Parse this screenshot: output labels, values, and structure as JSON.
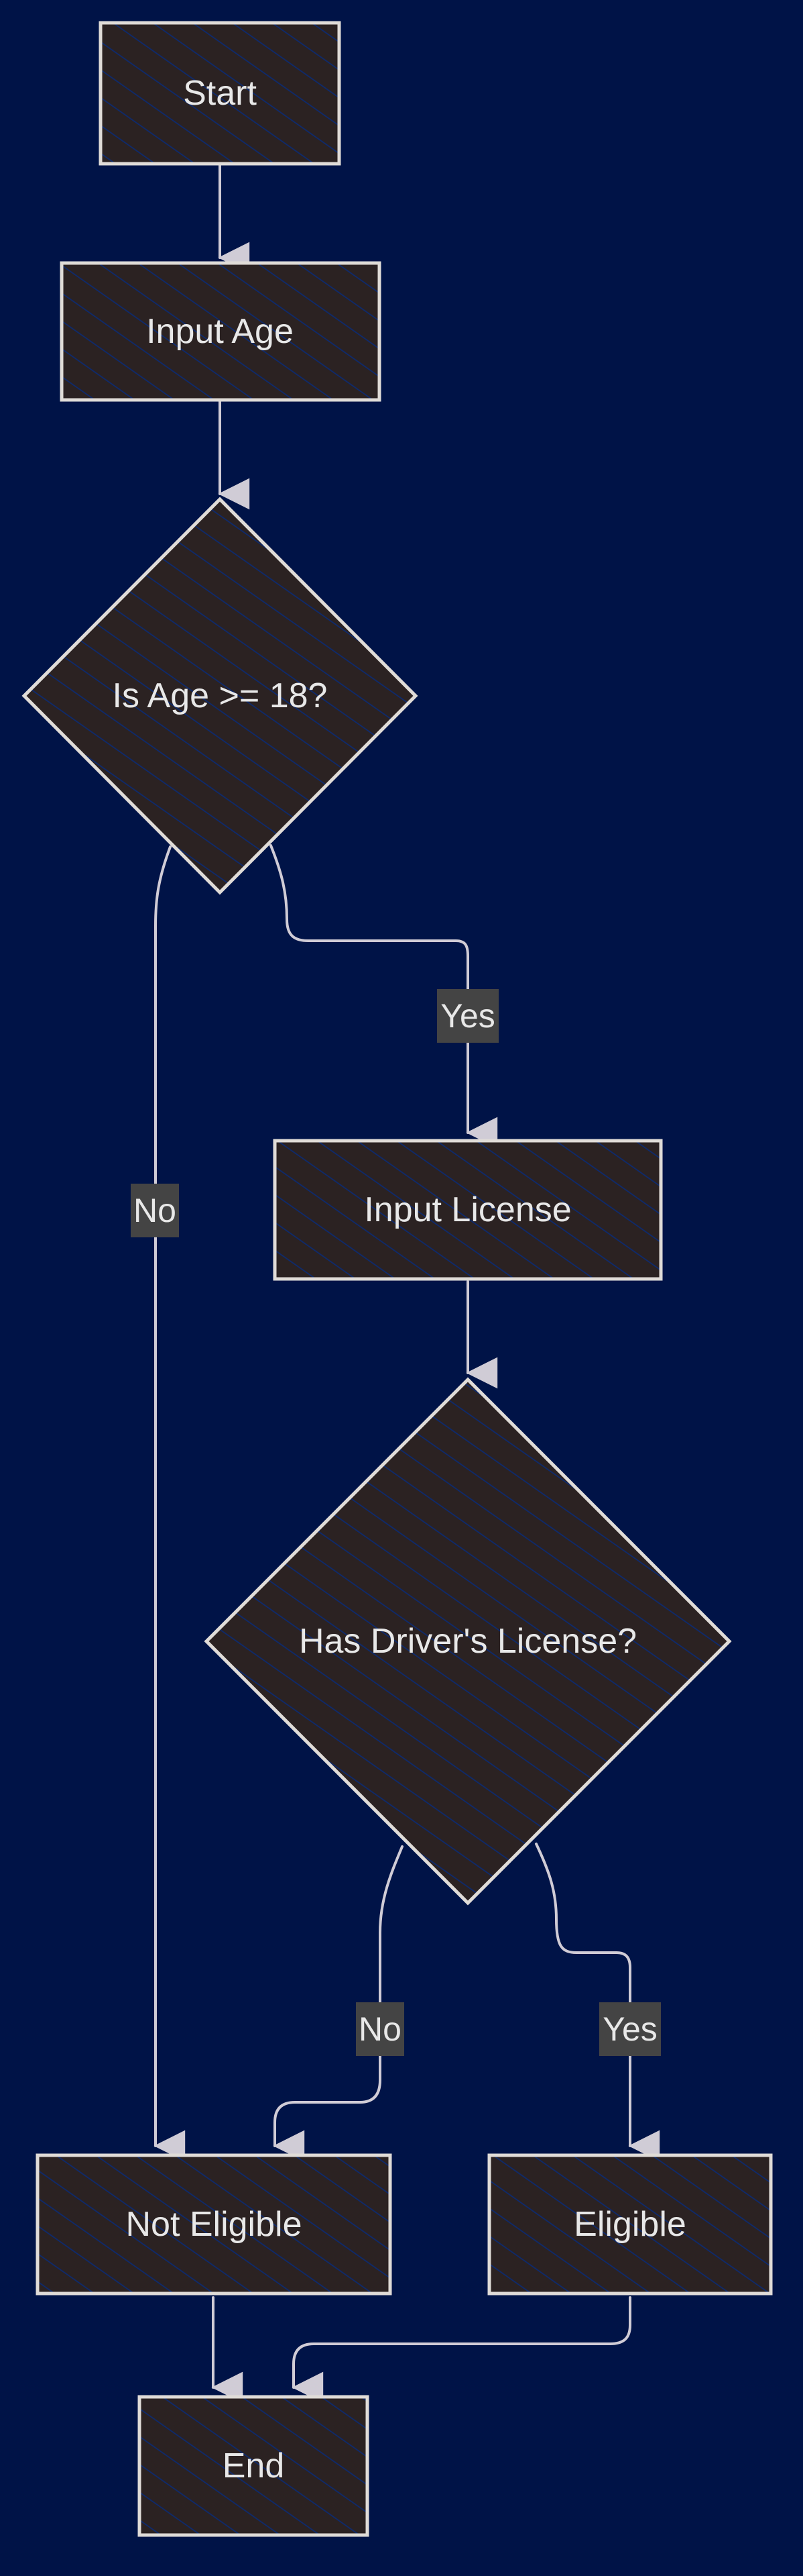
{
  "colors": {
    "background": "#001347",
    "node_fill": "#2b2222",
    "node_stroke": "#e0dcd8",
    "hatch": "#0d2a6e",
    "edge": "#d0ccd6",
    "label_bg": "#444444",
    "text": "#e8e8e8"
  },
  "nodes": {
    "start": "Start",
    "input_age": "Input Age",
    "is_age_18": "Is Age >= 18?",
    "input_license": "Input License",
    "has_license": "Has Driver's License?",
    "not_eligible": "Not Eligible",
    "eligible": "Eligible",
    "end": "End"
  },
  "edges": {
    "age_yes": "Yes",
    "age_no": "No",
    "license_no": "No",
    "license_yes": "Yes"
  }
}
